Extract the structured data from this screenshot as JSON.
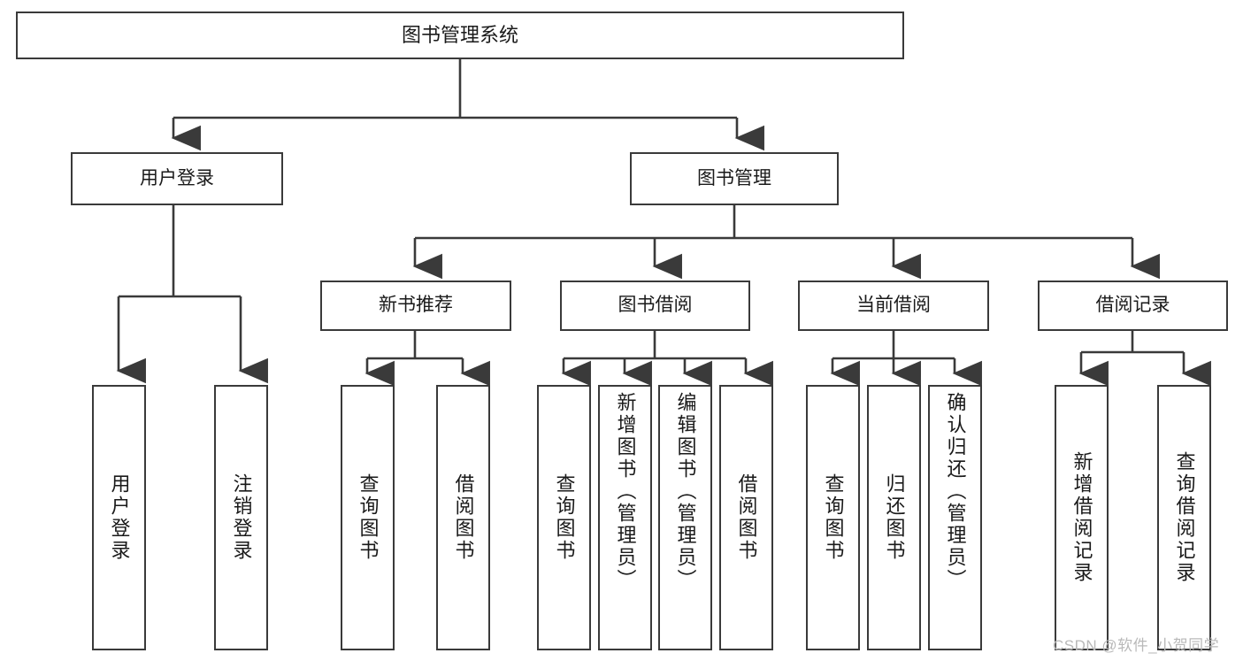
{
  "diagram": {
    "title": "图书管理系统",
    "type": "hierarchy-tree",
    "root": {
      "id": "root",
      "label": "图书管理系统",
      "orientation": "horizontal"
    },
    "level2": [
      {
        "id": "user-login",
        "label": "用户登录",
        "orientation": "horizontal"
      },
      {
        "id": "book-manage",
        "label": "图书管理",
        "orientation": "horizontal"
      }
    ],
    "level3": [
      {
        "id": "new-book-recommend",
        "label": "新书推荐",
        "orientation": "horizontal"
      },
      {
        "id": "book-borrow",
        "label": "图书借阅",
        "orientation": "horizontal"
      },
      {
        "id": "current-borrow",
        "label": "当前借阅",
        "orientation": "horizontal"
      },
      {
        "id": "borrow-record",
        "label": "借阅记录",
        "orientation": "horizontal"
      }
    ],
    "leaves": {
      "user_login": [
        {
          "id": "leaf-user-login",
          "label": "用户登录",
          "orientation": "vertical"
        },
        {
          "id": "leaf-logout-login",
          "label": "注销登录",
          "orientation": "vertical"
        }
      ],
      "new_book_recommend": [
        {
          "id": "leaf-query-book-1",
          "label": "查询图书",
          "orientation": "vertical"
        },
        {
          "id": "leaf-borrow-book-1",
          "label": "借阅图书",
          "orientation": "vertical"
        }
      ],
      "book_borrow": [
        {
          "id": "leaf-query-book-2",
          "label": "查询图书",
          "orientation": "vertical"
        },
        {
          "id": "leaf-add-book-admin",
          "label": "新增图书（管理员）",
          "orientation": "vertical"
        },
        {
          "id": "leaf-edit-book-admin",
          "label": "编辑图书（管理员）",
          "orientation": "vertical"
        },
        {
          "id": "leaf-borrow-book-2",
          "label": "借阅图书",
          "orientation": "vertical"
        }
      ],
      "current_borrow": [
        {
          "id": "leaf-query-book-3",
          "label": "查询图书",
          "orientation": "vertical"
        },
        {
          "id": "leaf-return-book",
          "label": "归还图书",
          "orientation": "vertical"
        },
        {
          "id": "leaf-confirm-return-admin",
          "label": "确认归还（管理员）",
          "orientation": "vertical"
        }
      ],
      "borrow_record": [
        {
          "id": "leaf-add-borrow-record",
          "label": "新增借阅记录",
          "orientation": "vertical"
        },
        {
          "id": "leaf-query-borrow-record",
          "label": "查询借阅记录",
          "orientation": "vertical"
        }
      ]
    },
    "colors": {
      "border": "#3a3a3a",
      "connector": "#3a3a3a",
      "background": "#ffffff",
      "text": "#1a1a1a",
      "watermark": "#b9b9b9"
    }
  },
  "watermark": {
    "text": "CSDN @软件_小贺同学"
  }
}
